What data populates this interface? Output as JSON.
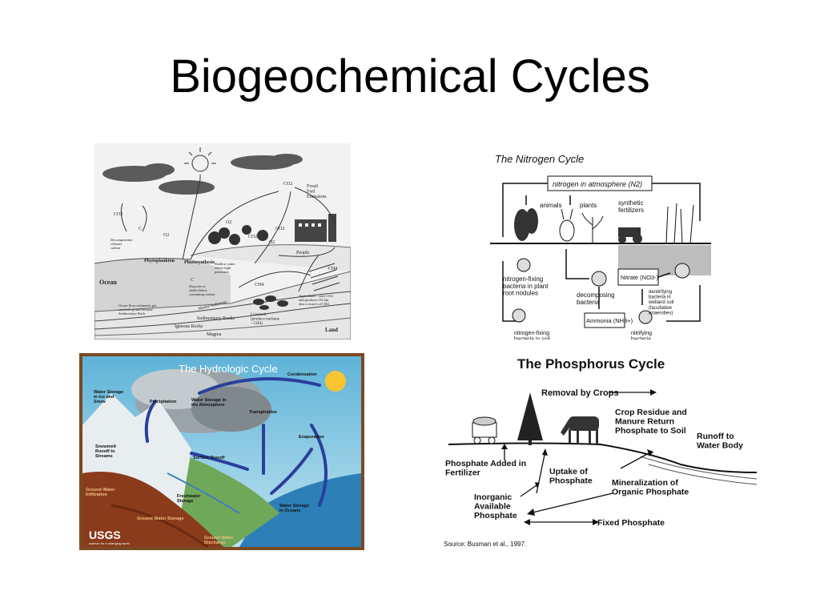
{
  "slide": {
    "title": "Biogeochemical Cycles"
  },
  "carbon_cycle": {
    "labels": {
      "fossil_fuel": "Fossil Fuel Emissions",
      "co2": "CO2",
      "ch4": "CH4",
      "c": "C",
      "o2": "O2",
      "phytoplankton": "Phytoplankton",
      "photosynthesis": "Photosynthesis",
      "shallow_water": "Shallow water where light penetrates",
      "decomposition": "Decomposition releases carbon",
      "ocean": "Ocean",
      "deposits": "Deposits of shells/debris containing carbon",
      "ocean_floor": "Ocean floor sediments get covered up and become Sedimentary Rock",
      "marine_sediments": "Marine Sediments",
      "sedimentary_rocks": "Sedimentary Rocks",
      "igneous_rocks": "Igneous Rocks",
      "magma": "Magma",
      "land": "Land",
      "people": "People",
      "livestock": "Livestock (produce methane – CH4)",
      "agriculture": "Agriculture – uses CO2 and produces O2 but also a source of CH4"
    }
  },
  "nitrogen_cycle": {
    "title": "The Nitrogen Cycle",
    "labels": {
      "atmosphere": "nitrogen in atmosphere (N2)",
      "animals": "animals",
      "plants": "plants",
      "fertilizers": "synthetic fertilizers",
      "fixing_root": "nitrogen-fixing bacteria in plant root nodules",
      "decomposing": "decomposing bacteria",
      "nitrate": "Nitrate (NO3-)",
      "denitrifying": "denitrifying bacteria in wetland soil (facultative anaerobes)",
      "ammonia": "Ammonia (NH3+)",
      "fixing_soil": "nitrogen-fixing bacteria in soil",
      "nitrifying": "nitrifying bacteria in soil"
    }
  },
  "hydrologic_cycle": {
    "title": "The Hydrologic Cycle",
    "labels": {
      "condensation": "Condensation",
      "ice_snow": "Water Storage in Ice and Snow",
      "precipitation": "Precipitation",
      "atmosphere": "Water Storage in the Atmosphere",
      "transpiration": "Transpiration",
      "evaporation": "Evaporation",
      "snowmelt": "Snowmelt Runoff to Streams",
      "surface_runoff": "Surface Runoff",
      "groundwater_inf": "Ground Water Infiltration",
      "freshwater": "Freshwater Storage",
      "oceans": "Water Storage in Oceans",
      "gw_storage": "Ground Water Storage",
      "gw_discharge": "Ground Water Discharge",
      "usgs": "USGS",
      "usgs_tag": "science for a changing world"
    }
  },
  "phosphorus_cycle": {
    "title": "The Phosphorus Cycle",
    "labels": {
      "removal": "Removal by Crops",
      "crop_residue": "Crop Residue and Manure Return Phosphate to Soil",
      "runoff": "Runoff to Water Body",
      "fertilizer": "Phosphate Added in Fertilizer",
      "uptake": "Uptake of Phosphate",
      "mineralization": "Mineralization of Organic Phosphate",
      "inorganic": "Inorganic Available Phosphate",
      "fixed": "Fixed Phosphate",
      "source": "Source: Busman et al., 1997."
    }
  },
  "colors": {
    "sky_blue": "#7fc3e0",
    "mountain_brown": "#8a3b1c",
    "valley_green": "#6fa858",
    "sun_yellow": "#f7c531",
    "arrow_blue": "#2a3f9a"
  }
}
